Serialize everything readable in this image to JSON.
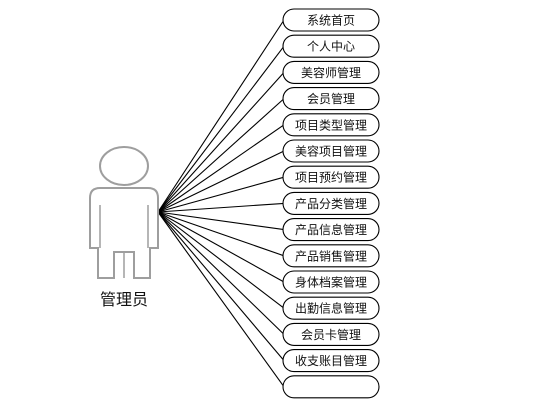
{
  "actor": {
    "label": "管理员"
  },
  "use_cases": [
    "系统首页",
    "个人中心",
    "美容师管理",
    "会员管理",
    "项目类型管理",
    "美容项目管理",
    "项目预约管理",
    "产品分类管理",
    "产品信息管理",
    "产品销售管理",
    "身体档案管理",
    "出勤信息管理",
    "会员卡管理",
    "收支账目管理",
    ""
  ],
  "colors": {
    "stroke": "#000000",
    "actor_stroke": "#9e9e9e",
    "text": "#111111"
  }
}
